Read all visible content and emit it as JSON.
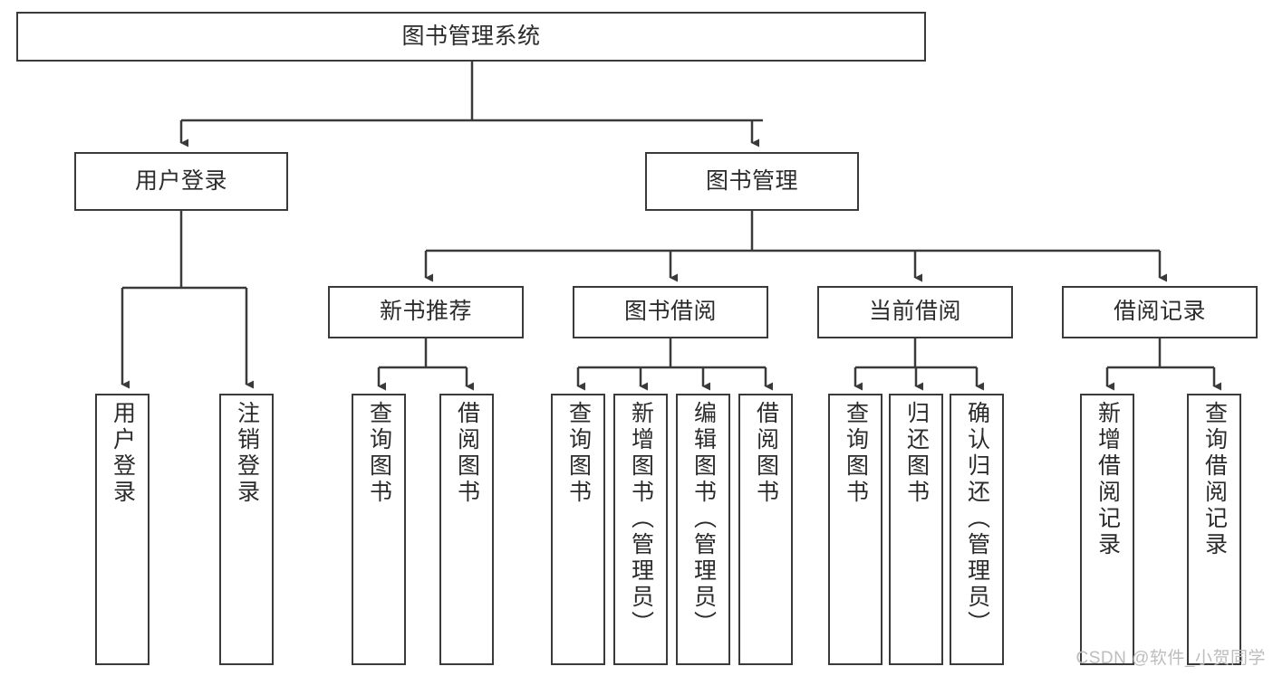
{
  "diagram": {
    "type": "tree",
    "title": "图书管理系统",
    "orientation": "top-down",
    "colors": {
      "box_border": "#3a3a3a",
      "box_fill": "#ffffff",
      "connector": "#3a3a3a",
      "text": "#2b2b2b",
      "watermark": "#bdbdbd",
      "background": "#ffffff"
    },
    "root": {
      "label": "图书管理系统"
    },
    "level2": [
      {
        "label": "用户登录"
      },
      {
        "label": "图书管理"
      }
    ],
    "level3": [
      {
        "label": "新书推荐"
      },
      {
        "label": "图书借阅"
      },
      {
        "label": "当前借阅"
      },
      {
        "label": "借阅记录"
      }
    ],
    "leaves": {
      "user_login": [
        {
          "label": "用户登录"
        },
        {
          "label": "注销登录"
        }
      ],
      "new_book_recommend": [
        {
          "label": "查询图书"
        },
        {
          "label": "借阅图书"
        }
      ],
      "book_borrow": [
        {
          "label": "查询图书"
        },
        {
          "label": "新增图书（管理员）"
        },
        {
          "label": "编辑图书（管理员）"
        },
        {
          "label": "借阅图书"
        }
      ],
      "current_borrow": [
        {
          "label": "查询图书"
        },
        {
          "label": "归还图书"
        },
        {
          "label": "确认归还（管理员）"
        }
      ],
      "borrow_records": [
        {
          "label": "新增借阅记录"
        },
        {
          "label": "查询借阅记录"
        }
      ]
    }
  },
  "watermark": {
    "text": "CSDN @软件_小贺同学"
  }
}
